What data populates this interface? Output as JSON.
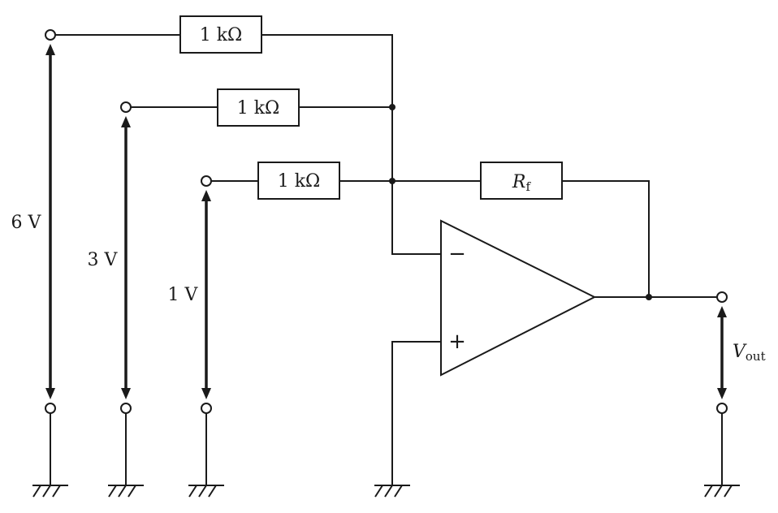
{
  "resistors": {
    "r1": "1 kΩ",
    "r2": "1 kΩ",
    "r3": "1 kΩ",
    "rf_main": "R",
    "rf_sub": "f"
  },
  "voltages": {
    "v1": "6 V",
    "v2": "3 V",
    "v3": "1 V"
  },
  "output": {
    "main": "V",
    "sub": "out"
  },
  "opamp": {
    "inverting": "−",
    "noninverting": "+"
  }
}
